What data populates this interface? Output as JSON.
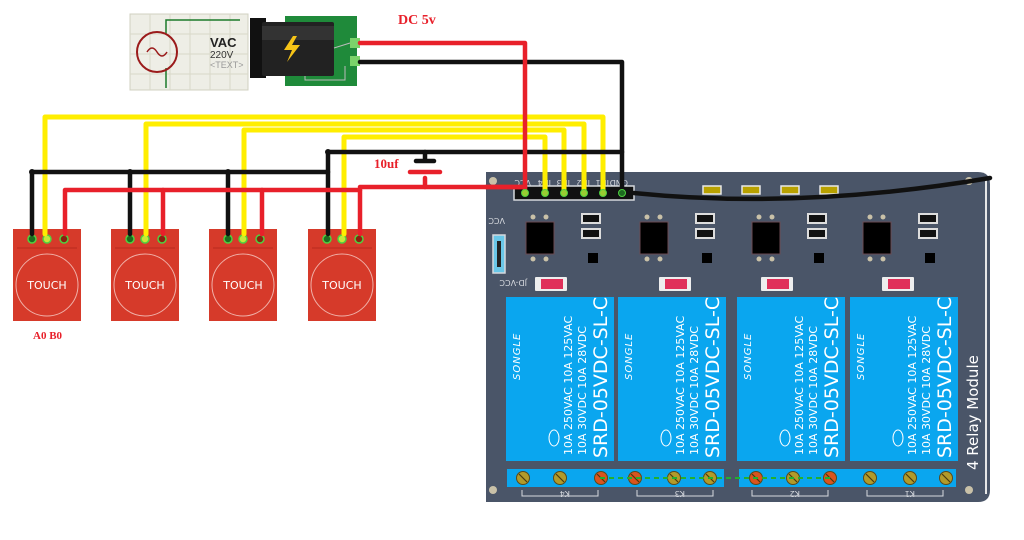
{
  "labels": {
    "dc_supply": "DC 5v",
    "capacitor": "10uf",
    "touch_note": "A0 B0"
  },
  "ac_source": {
    "name": "VAC",
    "voltage": "220V",
    "sub": "<TEXT>"
  },
  "touch_sensors": [
    {
      "label": "TOUCH"
    },
    {
      "label": "TOUCH"
    },
    {
      "label": "TOUCH"
    },
    {
      "label": "TOUCH"
    }
  ],
  "relay_module": {
    "title": "4 Relay Module",
    "header_pins": [
      "VCC",
      "IN4",
      "IN3",
      "IN2",
      "IN1",
      "GND"
    ],
    "jumper_top": "VCC",
    "jumper_bottom": "JD-VCC",
    "relays": [
      {
        "brand": "SONGLE",
        "line1": "10A 250VAC 10A 125VAC",
        "line2": "10A 30VDC 10A 28VDC",
        "model": "SRD-05VDC-SL-C",
        "cert": "CQC"
      },
      {
        "brand": "SONGLE",
        "line1": "10A 250VAC 10A 125VAC",
        "line2": "10A 30VDC 10A 28VDC",
        "model": "SRD-05VDC-SL-C",
        "cert": "CQC"
      },
      {
        "brand": "SONGLE",
        "line1": "10A 250VAC 10A 125VAC",
        "line2": "10A 30VDC 10A 28VDC",
        "model": "SRD-05VDC-SL-C",
        "cert": "CQC"
      },
      {
        "brand": "SONGLE",
        "line1": "10A 250VAC 10A 125VAC",
        "line2": "10A 30VDC 10A 28VDC",
        "model": "SRD-05VDC-SL-C",
        "cert": "CQC"
      }
    ],
    "terminal_labels": [
      "K4",
      "K3",
      "K2",
      "K1"
    ]
  },
  "colors": {
    "wire_red": "#e8202a",
    "wire_black": "#111111",
    "wire_yellow": "#ffee00",
    "board": "#4a5568",
    "relay_blue": "#0aa6ef",
    "touch_red": "#d63a2a",
    "dc_jack_pcb": "#1f8a3a"
  }
}
